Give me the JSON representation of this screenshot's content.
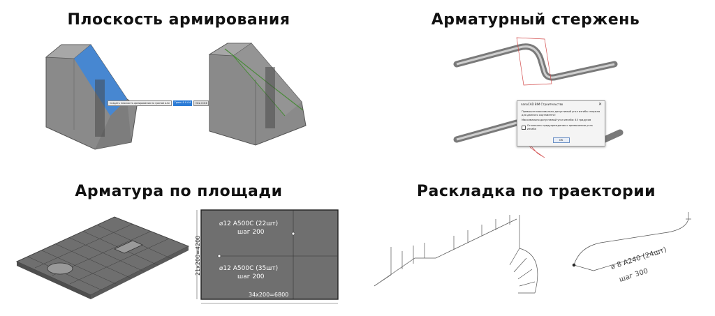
{
  "titles": {
    "top_left": "Плоскость армирования",
    "top_right": "Арматурный стержень",
    "bottom_left": "Арматура по площади",
    "bottom_right": "Раскладка по траектории"
  },
  "tooltip": {
    "text": "Создать плоскость армирования по граням или",
    "input": "Грань 4 4 4 4",
    "option": "Ось 4 4 4"
  },
  "dialog": {
    "title": "nanoCAD BIM Строительство",
    "close": "✕",
    "line1": "Превышен максимально допустимый угол изгиба стержня для данного сортамента!",
    "line2": "Максимально допустимый угол изгиба: 45 градусов",
    "checkbox": "Отключить предупреждения о превышении угла изгиба",
    "ok": "ОК"
  },
  "area": {
    "label_top": "⌀12 А500С (22шт)",
    "step_top": "шаг 200",
    "label_bottom": "⌀12 А500С (35шт)",
    "step_bottom": "шаг 200",
    "dim_vertical": "21x200=4200",
    "dim_horizontal": "34x200=6800"
  },
  "trajectory": {
    "label": "⌀ 8 А240 (24шт)",
    "step": "шаг 300"
  },
  "colors": {
    "plane_blue": "#3f86d8",
    "concrete": "#8a8a8a",
    "highlight_red": "#d24a4a",
    "rebar_green": "#4a8a3a"
  }
}
